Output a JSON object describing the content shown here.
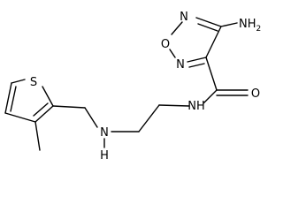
{
  "molecule": {
    "atom_labels": {
      "nh2": "NH",
      "nh2_sub": "2",
      "ring_n_top": "N",
      "ring_o": "O",
      "ring_n_bottom": "N",
      "carbonyl_o": "O",
      "amide_nh": "NH",
      "sulfur": "S",
      "amine_n": "N",
      "amine_h": "H"
    }
  }
}
